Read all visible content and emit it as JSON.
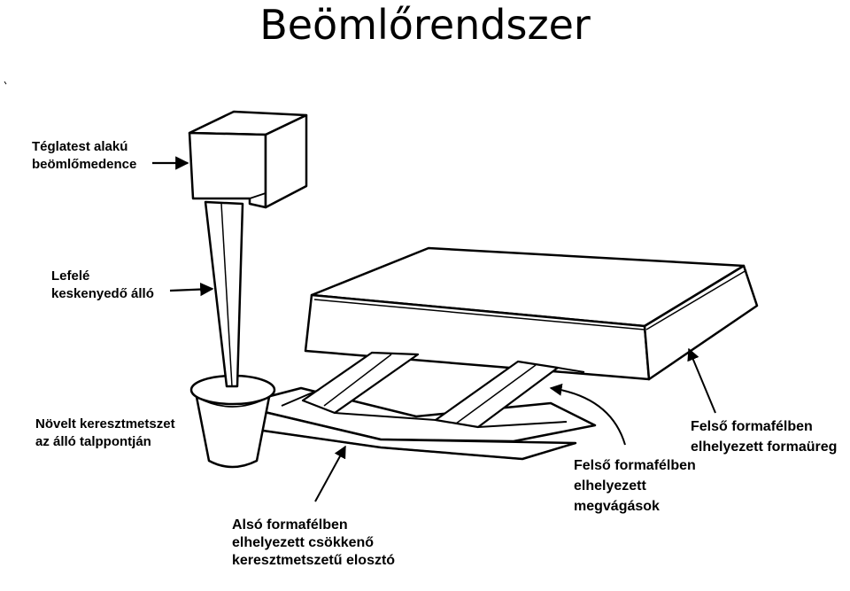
{
  "title": "Beömlőrendszer",
  "labels": {
    "pouring_basin": [
      "Téglatest alakú",
      "beömlőmedence"
    ],
    "sprue": [
      "Lefelé",
      "keskenyedő álló"
    ],
    "sprue_base": [
      "Növelt keresztmetszet",
      "az álló talppontján"
    ],
    "runner": [
      "Alsó formafélben",
      "elhelyezett csökkenő",
      "keresztmetszetű elosztó"
    ],
    "ingates": [
      "Felső formafélben",
      "elhelyezett",
      "megvágások"
    ],
    "mold_cavity": [
      "Felső formafélben",
      "elhelyezett formaüreg"
    ]
  }
}
